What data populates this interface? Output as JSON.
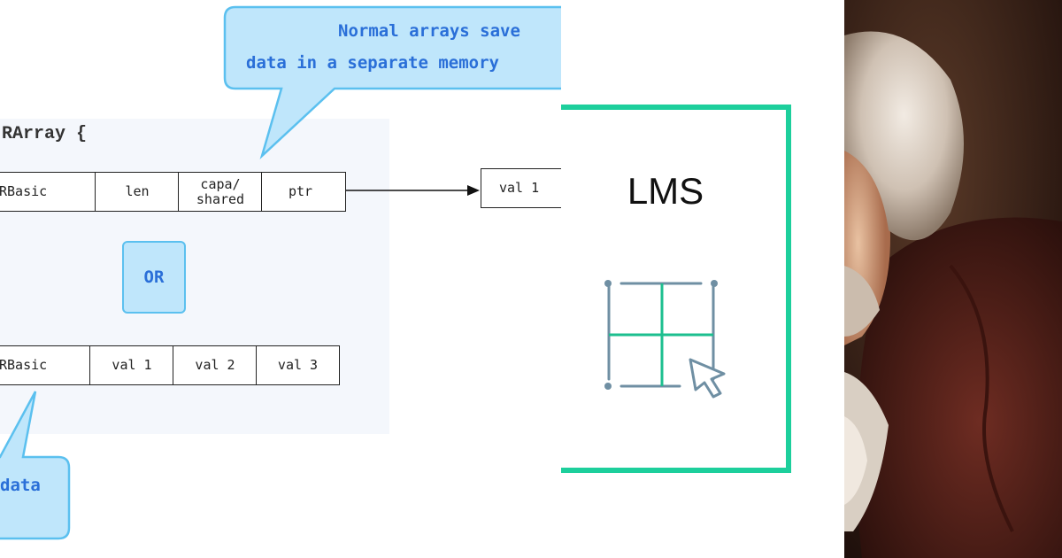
{
  "diagram": {
    "struct_header": "RArray {",
    "heap_row": [
      "RBasic",
      "len",
      "capa/\nshared",
      "ptr"
    ],
    "external_buffer_cell": "val 1",
    "or_label": "OR",
    "embedded_row": [
      "RBasic",
      "val 1",
      "val 2",
      "val 3"
    ],
    "top_bubble": {
      "line1": "Normal arrays save",
      "line2": "data in a separate memory"
    },
    "bottom_bubble": {
      "text": "data"
    },
    "colors": {
      "bubble_fill": "#bfe6fb",
      "bubble_stroke": "#5bc0ef",
      "bubble_text": "#2a6fd8"
    }
  },
  "lms": {
    "title": "LMS",
    "icon": "grid-cursor-icon",
    "colors": {
      "frame": "#1dcf9c",
      "icon_slate": "#6f8fa3",
      "icon_accent": "#1dbf8f"
    }
  },
  "portrait": {
    "icon": "portrait-painting"
  }
}
